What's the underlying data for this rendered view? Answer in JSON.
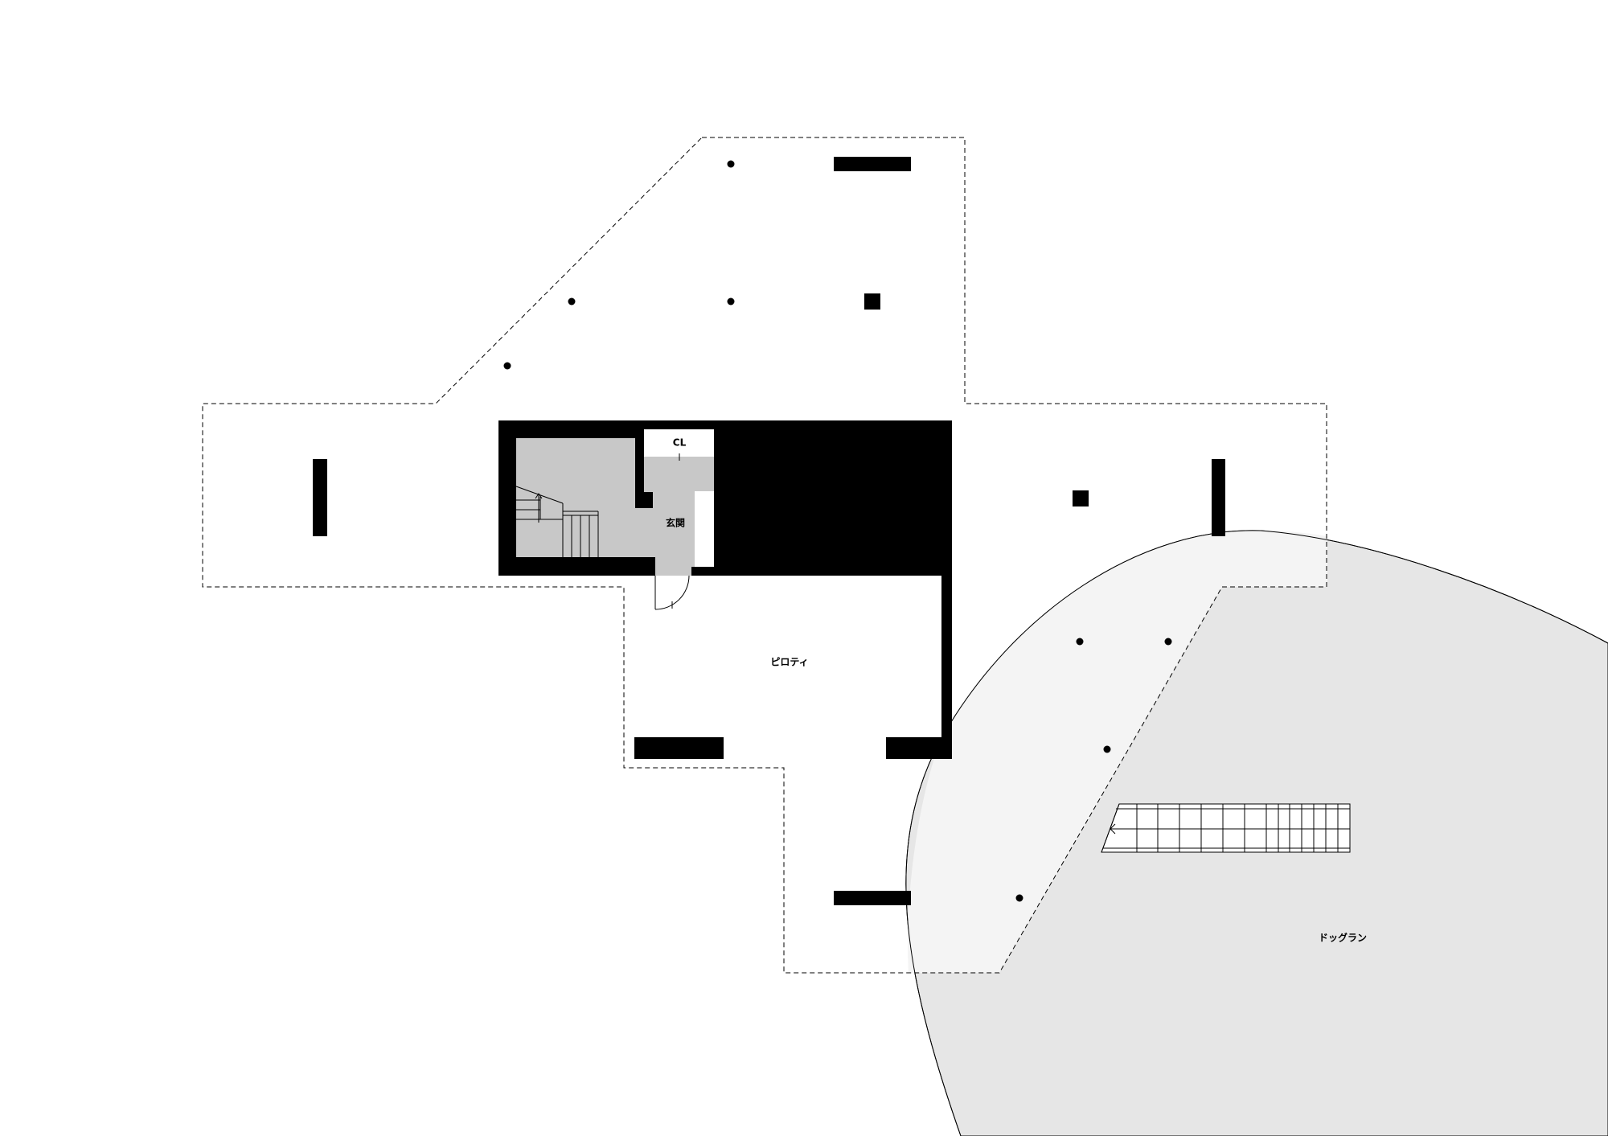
{
  "labels": {
    "closet": "CL",
    "entrance": "玄関",
    "pilotis": "ピロティ",
    "dog_run": "ドッグラン"
  },
  "colors": {
    "wall": "#000000",
    "stair_hall_fill": "#c8c8c8",
    "entrance_fill": "#c8c8c8",
    "dog_run_fill": "#e6e6e6",
    "overlap_fill": "#f4f4f4",
    "background": "#ffffff"
  }
}
